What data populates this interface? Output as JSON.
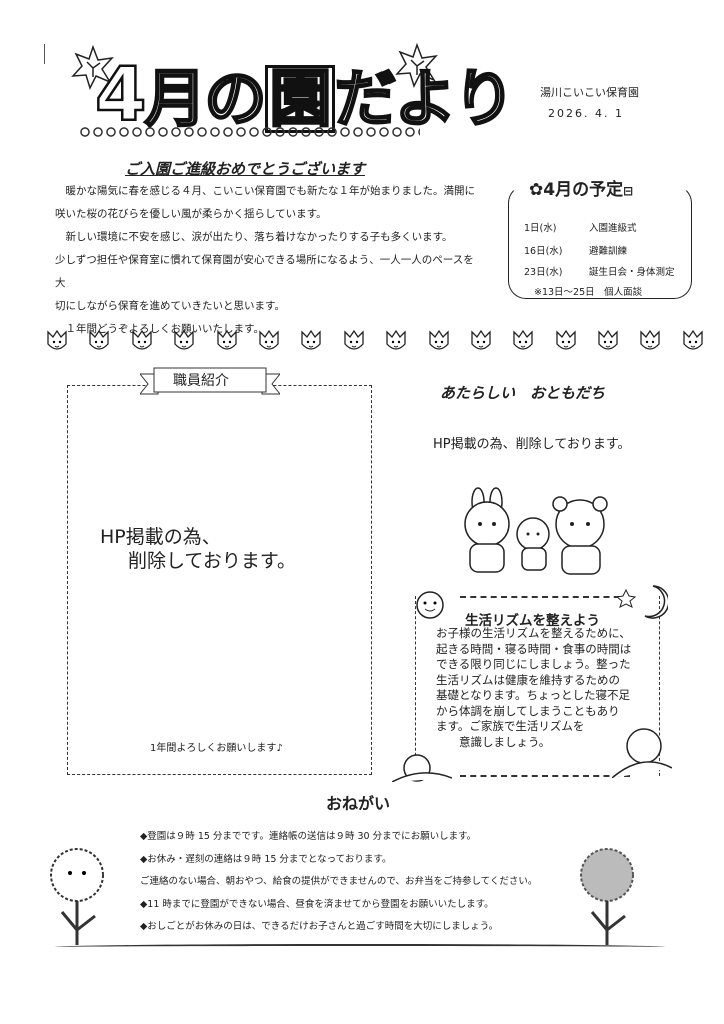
{
  "header": {
    "title_number": "4",
    "title_month": "月の",
    "title_en": "園",
    "title_rest": "だより",
    "org": "湯川こいこい保育園",
    "date": "2026. 4. 1"
  },
  "greeting": {
    "heading": "ご入園ご進級おめでとうございます",
    "paragraphs": [
      "　暖かな陽気に春を感じる４月、こいこい保育園でも新たな１年が始まりました。満開に",
      "咲いた桜の花びらを優しい風が柔らかく揺らしています。",
      "　新しい環境に不安を感じ、涙が出たり、落ち着けなかったりする子も多くいます。",
      "少しずつ担任や保育室に慣れて保育園が安心できる場所になるよう、一人一人のペースを大",
      "切にしながら保育を進めていきたいと思います。",
      "　１年間どうぞよろしくお願いいたします。"
    ]
  },
  "schedule": {
    "heading": "4月の予定",
    "items": [
      {
        "date": "1日(水)",
        "event": "入園進級式"
      },
      {
        "date": "16日(水)",
        "event": "避難訓練"
      },
      {
        "date": "23日(水)",
        "event": "誕生日会・身体測定"
      }
    ],
    "note": "※13日～25日　個人面談"
  },
  "staff": {
    "heading": "職員紹介",
    "line1": "HP掲載の為、",
    "line2": "削除しております。",
    "footer": "1年間よろしくお願いします♪"
  },
  "friends": {
    "heading": "あたらしい　おともだち",
    "text": "HP掲載の為、削除しております。"
  },
  "rhythm": {
    "heading": "生活リズムを整えよう",
    "lines": [
      "お子様の生活リズムを整えるために、",
      "起きる時間・寝る時間・食事の時間は",
      "できる限り同じにしましょう。整った",
      "生活リズムは健康を維持するための",
      "基礎となります。ちょっとした寝不足",
      "から体調を崩してしまうこともあり",
      "ます。ご家族で生活リズムを",
      "　　意識しましょう。"
    ]
  },
  "requests": {
    "heading": "おねがい",
    "items": [
      "◆登園は９時 15 分までです。連絡帳の送信は９時 30 分までにお願いします。",
      "◆お休み・遅刻の連絡は９時 15 分までとなっております。",
      "ご連絡のない場合、朝おやつ、給食の提供ができませんので、お弁当をご持参してください。",
      "◆11 時までに登園ができない場合、昼食を済ませてから登園をお願いいたします。",
      "◆おしごとがお休みの日は、できるだけお子さんと過ごす時間を大切にしましょう。"
    ]
  }
}
